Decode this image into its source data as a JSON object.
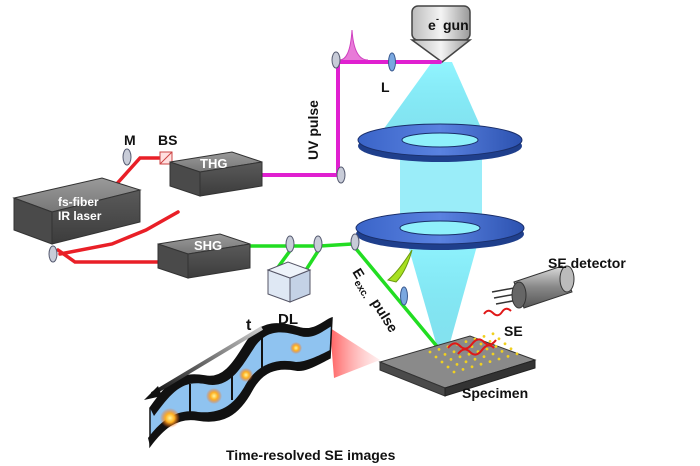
{
  "labels": {
    "egun_sup": "-",
    "egun_prefix": "e",
    "egun_text": "gun",
    "lens": "L",
    "uv_pulse": "UV pulse",
    "mirror": "M",
    "beam_splitter": "BS",
    "thg": "THG",
    "shg": "SHG",
    "laser_line1": "fs-fiber",
    "laser_line2": "IR laser",
    "delay_line": "DL",
    "exc_prefix": "E",
    "exc_sub": "exc.",
    "exc_suffix": " pulse",
    "se_detector": "SE detector",
    "se": "SE",
    "specimen": "Specimen",
    "time": "t",
    "caption": "Time-resolved SE images"
  },
  "colors": {
    "ir_beam": "#e8141c",
    "uv_beam": "#e020d0",
    "green_beam": "#22dd22",
    "electron_beam": "#30e0f0",
    "box_fill": "#6e6e6e",
    "lens_plate": "#2f5ab8",
    "film": "#8fc3f0"
  },
  "icons": [
    "electron-gun-icon",
    "lens-icon",
    "mirror-icon",
    "beam-splitter-icon",
    "detector-icon",
    "specimen-icon",
    "film-strip-icon",
    "time-arrow-icon"
  ]
}
